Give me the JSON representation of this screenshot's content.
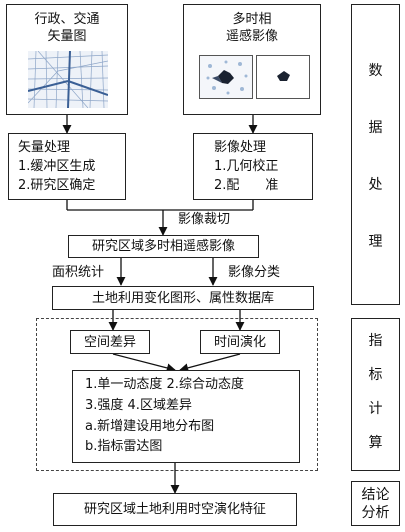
{
  "inputs": {
    "vector_source": [
      "行政、交通",
      "矢量图"
    ],
    "image_source": [
      "多时相",
      "遥感影像"
    ]
  },
  "vector_processing": {
    "title": "矢量处理",
    "steps": [
      "1.缓冲区生成",
      "2.研究区确定"
    ]
  },
  "image_processing": {
    "title": "影像处理",
    "steps": [
      "1.几何校正",
      "2.配　　准"
    ]
  },
  "edges": {
    "clip": "影像裁切",
    "area_stats": "面积统计",
    "classification": "影像分类"
  },
  "study_area_images": "研究区域多时相遥感影像",
  "database": "土地利用变化图形、属性数据库",
  "spatial_difference": "空间差异",
  "temporal_evolution": "时间演化",
  "indicators": [
    "1.单一动态度 2.综合动态度",
    "3.强度 4.区域差异",
    "a.新增建设用地分布图",
    "b.指标雷达图"
  ],
  "result": "研究区域土地利用时空演化特征",
  "side_labels": {
    "data_processing": [
      "数",
      "据",
      "处",
      "理"
    ],
    "indicator_calculation": [
      "指",
      "标",
      "计",
      "算"
    ],
    "conclusion_analysis": [
      "结论",
      "分析"
    ]
  },
  "colors": {
    "map_road": "#8ea6c8",
    "map_main_road": "#3a5f95"
  }
}
